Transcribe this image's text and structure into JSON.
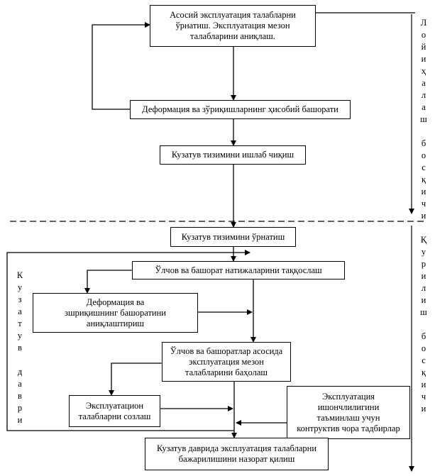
{
  "boxes": {
    "b1": "Асосий эксплуатация талабларни\nўрнатиш. Эксплуатация мезон\nталабларини аниқлаш.",
    "b2": "Деформация ва зўриқишларнинг ҳисобий башорати",
    "b3": "Кузатув тизимини ишлаб чиқиш",
    "b4": "Кузатув тизимини ўрнатиш",
    "b5": "Ўлчов ва башорат натижаларини таққослаш",
    "b6": "Деформация ва\nзшриқишнинг башоратини\nаниқлаштириш",
    "b7": "Ўлчов ва башоратлар асосида\nэксплуатация мезон\nталабларини баҳолаш",
    "b8": "Эксплуатацион\nталабларни созлаш",
    "b9": "Эксплуатация\nишончлилигини\nтаъминлаш учун\nконтруктив чора тадбирлар",
    "b10": "Кузатув даврида эксплуатация талабларни\nбажарилишини назорат қилиш"
  },
  "side_labels": {
    "design": [
      "Л",
      "о",
      "й",
      "и",
      "ҳ",
      "а",
      "л",
      "а",
      "ш",
      "",
      "б",
      "о",
      "с",
      "қ",
      "и",
      "ч",
      "и"
    ],
    "construction": [
      "Қ",
      "у",
      "р",
      "и",
      "л",
      "и",
      "ш",
      "",
      "б",
      "о",
      "с",
      "қ",
      "и",
      "ч",
      "и"
    ],
    "observation": [
      "К",
      "у",
      "з",
      "а",
      "т",
      "у",
      "в",
      "",
      "д",
      "а",
      "в",
      "р",
      "и"
    ]
  }
}
